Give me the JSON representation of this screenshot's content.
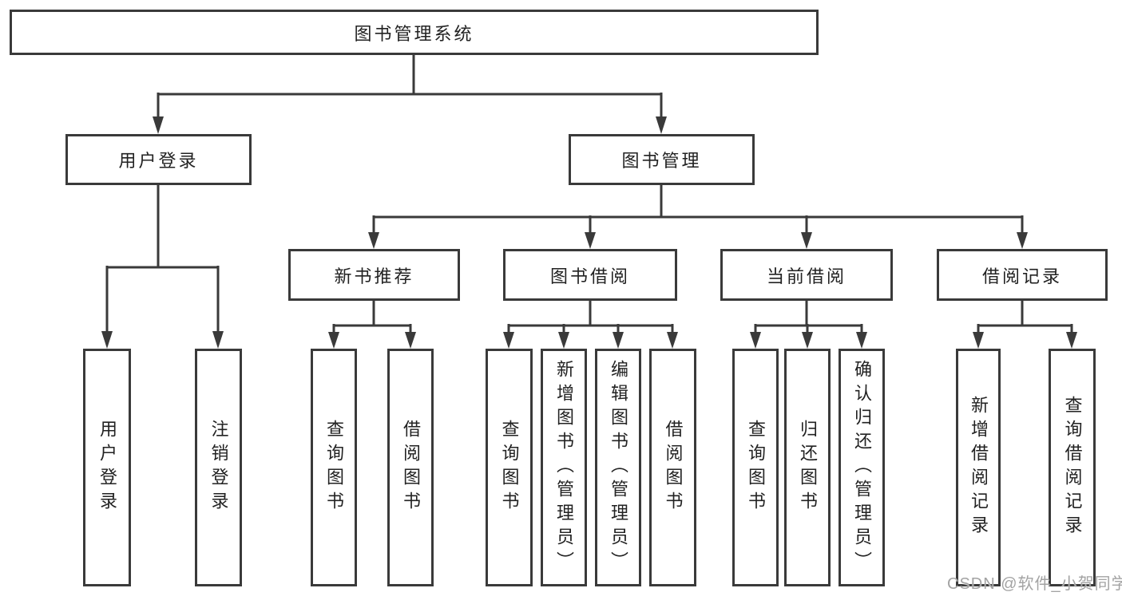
{
  "diagram": {
    "colors": {
      "line": "#3a3a3a",
      "text": "#222222",
      "background": "#ffffff",
      "watermark_text": "#a3a3a3"
    },
    "tree": {
      "label": "图书管理系统",
      "children": [
        {
          "label": "用户登录",
          "children": [
            {
              "label": "用户登录"
            },
            {
              "label": "注销登录"
            }
          ]
        },
        {
          "label": "图书管理",
          "children": [
            {
              "label": "新书推荐",
              "children": [
                {
                  "label": "查询图书"
                },
                {
                  "label": "借阅图书"
                }
              ]
            },
            {
              "label": "图书借阅",
              "children": [
                {
                  "label": "查询图书"
                },
                {
                  "label": "新增图书（管理员）"
                },
                {
                  "label": "编辑图书（管理员）"
                },
                {
                  "label": "借阅图书"
                }
              ]
            },
            {
              "label": "当前借阅",
              "children": [
                {
                  "label": "查询图书"
                },
                {
                  "label": "归还图书"
                },
                {
                  "label": "确认归还（管理员）"
                }
              ]
            },
            {
              "label": "借阅记录",
              "children": [
                {
                  "label": "新增借阅记录"
                },
                {
                  "label": "查询借阅记录"
                }
              ]
            }
          ]
        }
      ]
    },
    "watermark": "CSDN @软件_小贺同学"
  }
}
